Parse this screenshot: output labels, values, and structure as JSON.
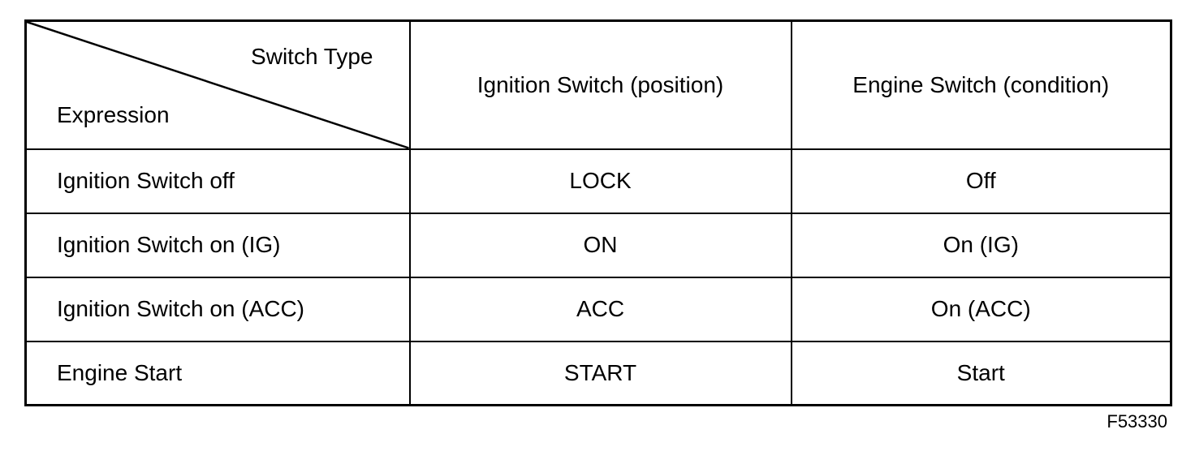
{
  "colors": {
    "line": "#000000",
    "background": "#ffffff",
    "text": "#000000"
  },
  "table": {
    "corner": {
      "top_right_label": "Switch Type",
      "bottom_left_label": "Expression"
    },
    "columns": [
      "Ignition Switch (position)",
      "Engine Switch (condition)"
    ],
    "rows": [
      {
        "expression": "Ignition Switch off",
        "ignition": "LOCK",
        "engine": "Off"
      },
      {
        "expression": "Ignition Switch on (IG)",
        "ignition": "ON",
        "engine": "On (IG)"
      },
      {
        "expression": "Ignition Switch on (ACC)",
        "ignition": "ACC",
        "engine": "On (ACC)"
      },
      {
        "expression": "Engine Start",
        "ignition": "START",
        "engine": "Start"
      }
    ]
  },
  "figure_code": "F53330"
}
